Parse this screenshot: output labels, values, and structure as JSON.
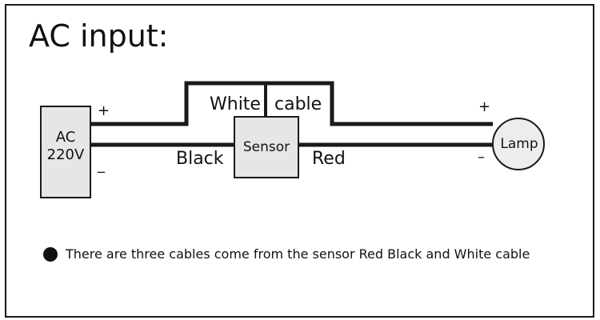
{
  "title": "AC input:",
  "source": {
    "line1": "AC",
    "line2": "220V",
    "plus": "+",
    "minus": "_"
  },
  "sensor": {
    "label": "Sensor"
  },
  "lamp": {
    "label": "Lamp",
    "plus": "+",
    "minus": "–"
  },
  "wires": {
    "white_word": "White",
    "cable_word": "cable",
    "black": "Black",
    "red": "Red"
  },
  "note": "There are three cables come from the sensor Red Black and White cable",
  "colors": {
    "line": "#1a1a1a",
    "box_fill": "#e6e6e6",
    "lamp_fill": "#ededed"
  }
}
